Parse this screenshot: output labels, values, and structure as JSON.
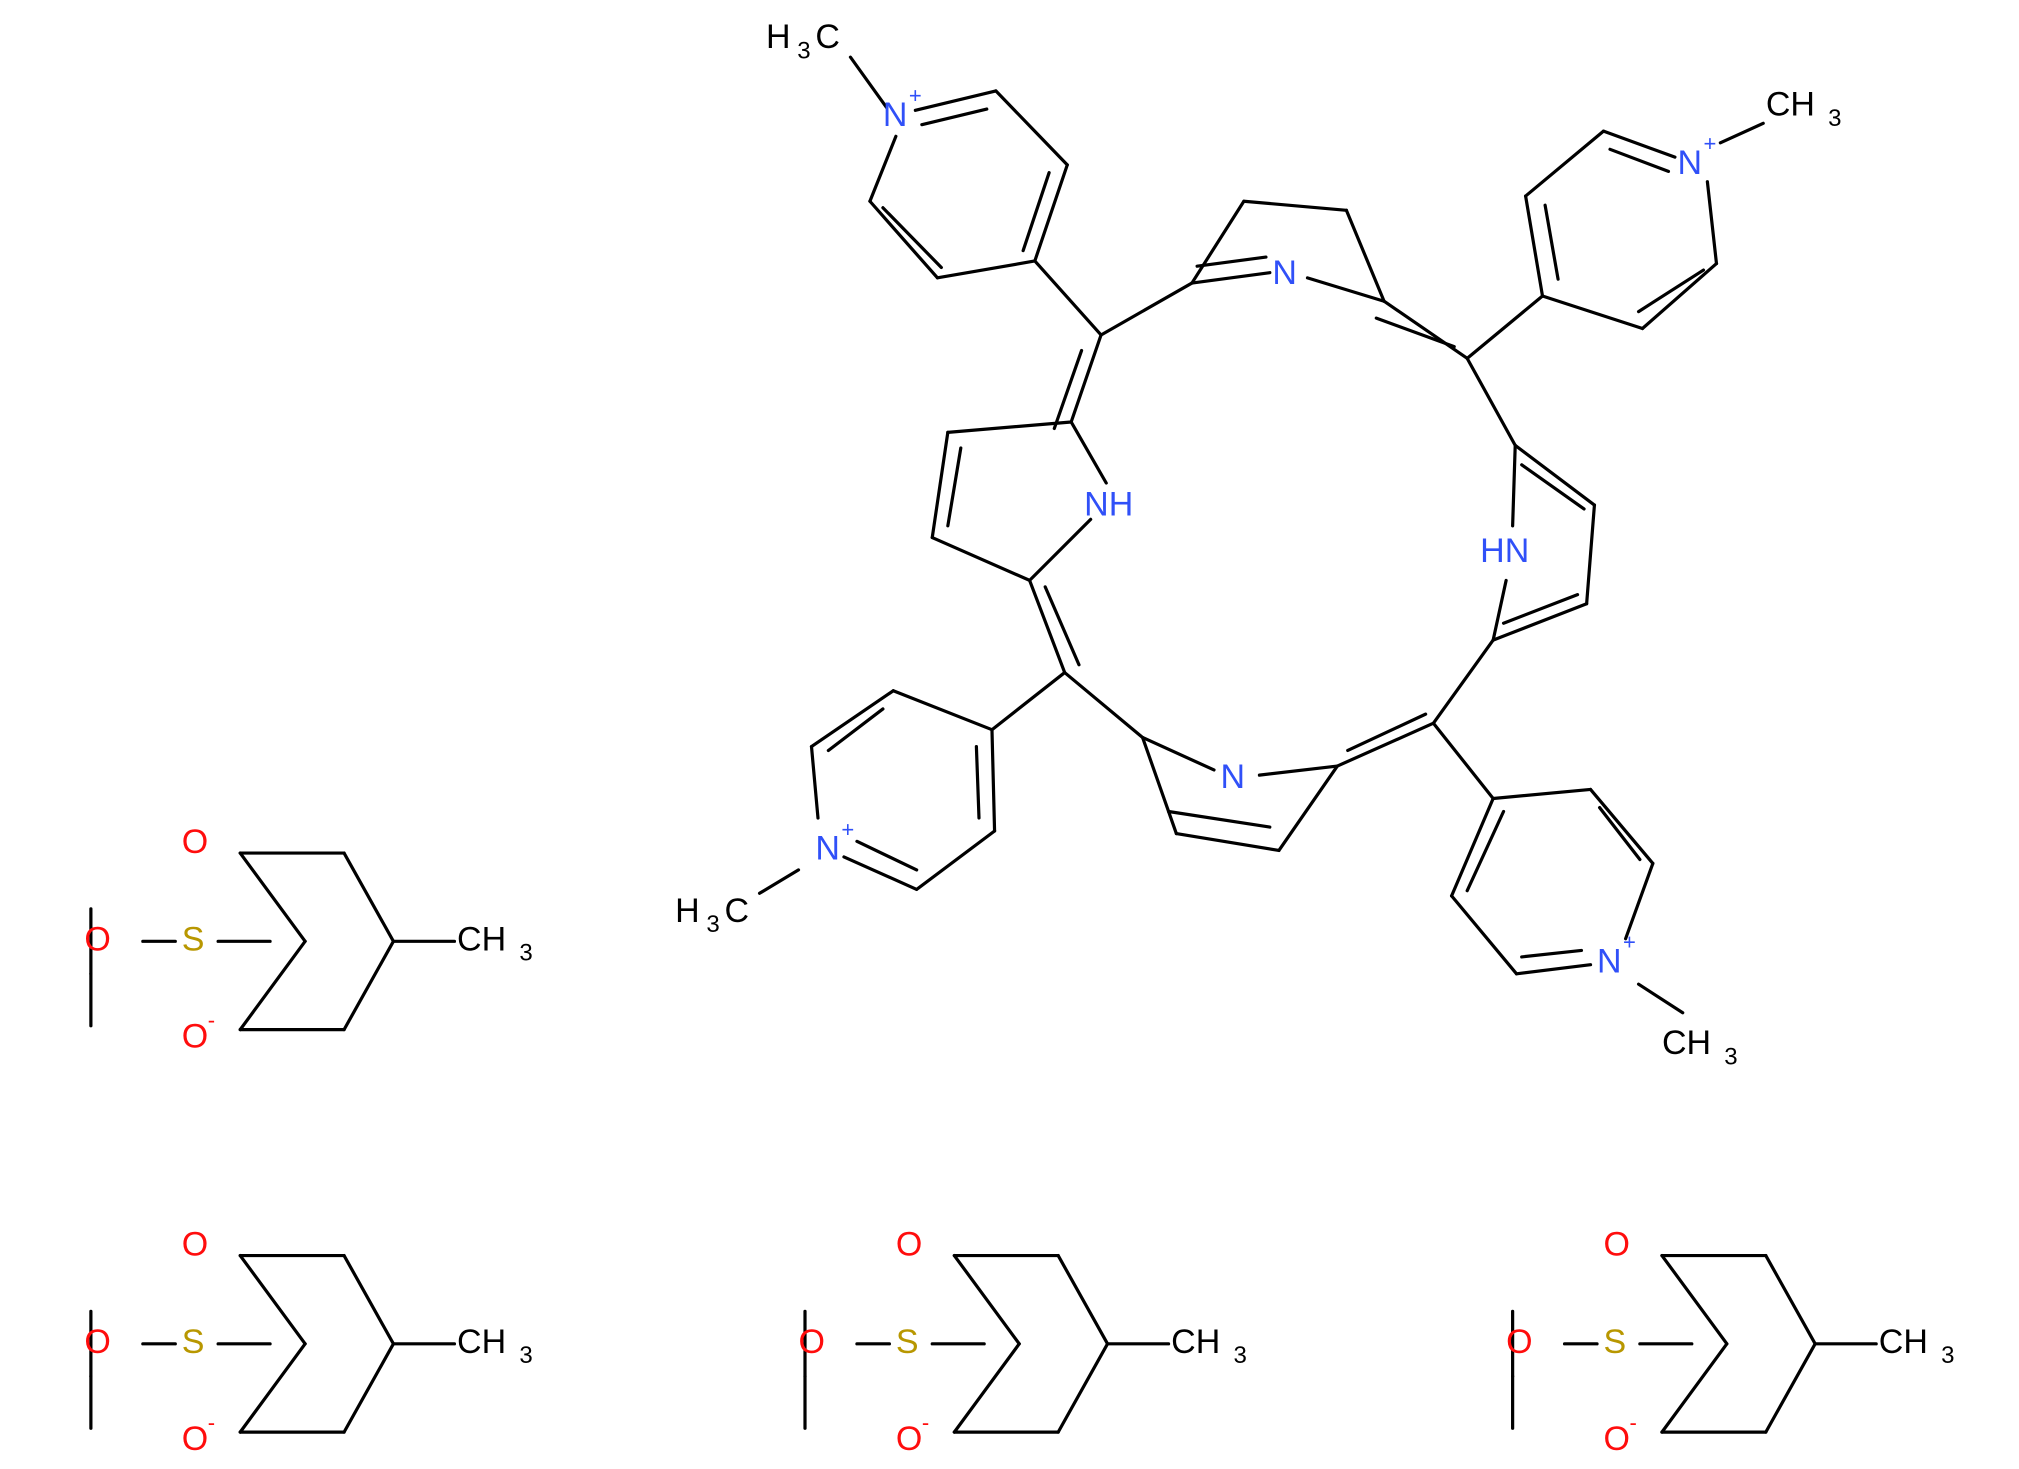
{
  "colors": {
    "bond": "#000000",
    "carbon": "#000000",
    "nitrogen": "#3050F8",
    "oxygen": "#FF0D0D",
    "sulfur": "#B89700"
  },
  "labels": {
    "nitrogen": "N",
    "nh_right": "NH",
    "nh_left": "HN",
    "methyl_carbon": "CH",
    "methyl_hydrogen": "H",
    "methyl_subscript": "3",
    "charge_plus": "+",
    "charge_minus": "-",
    "oxygen": "O",
    "sulfur": "S"
  }
}
